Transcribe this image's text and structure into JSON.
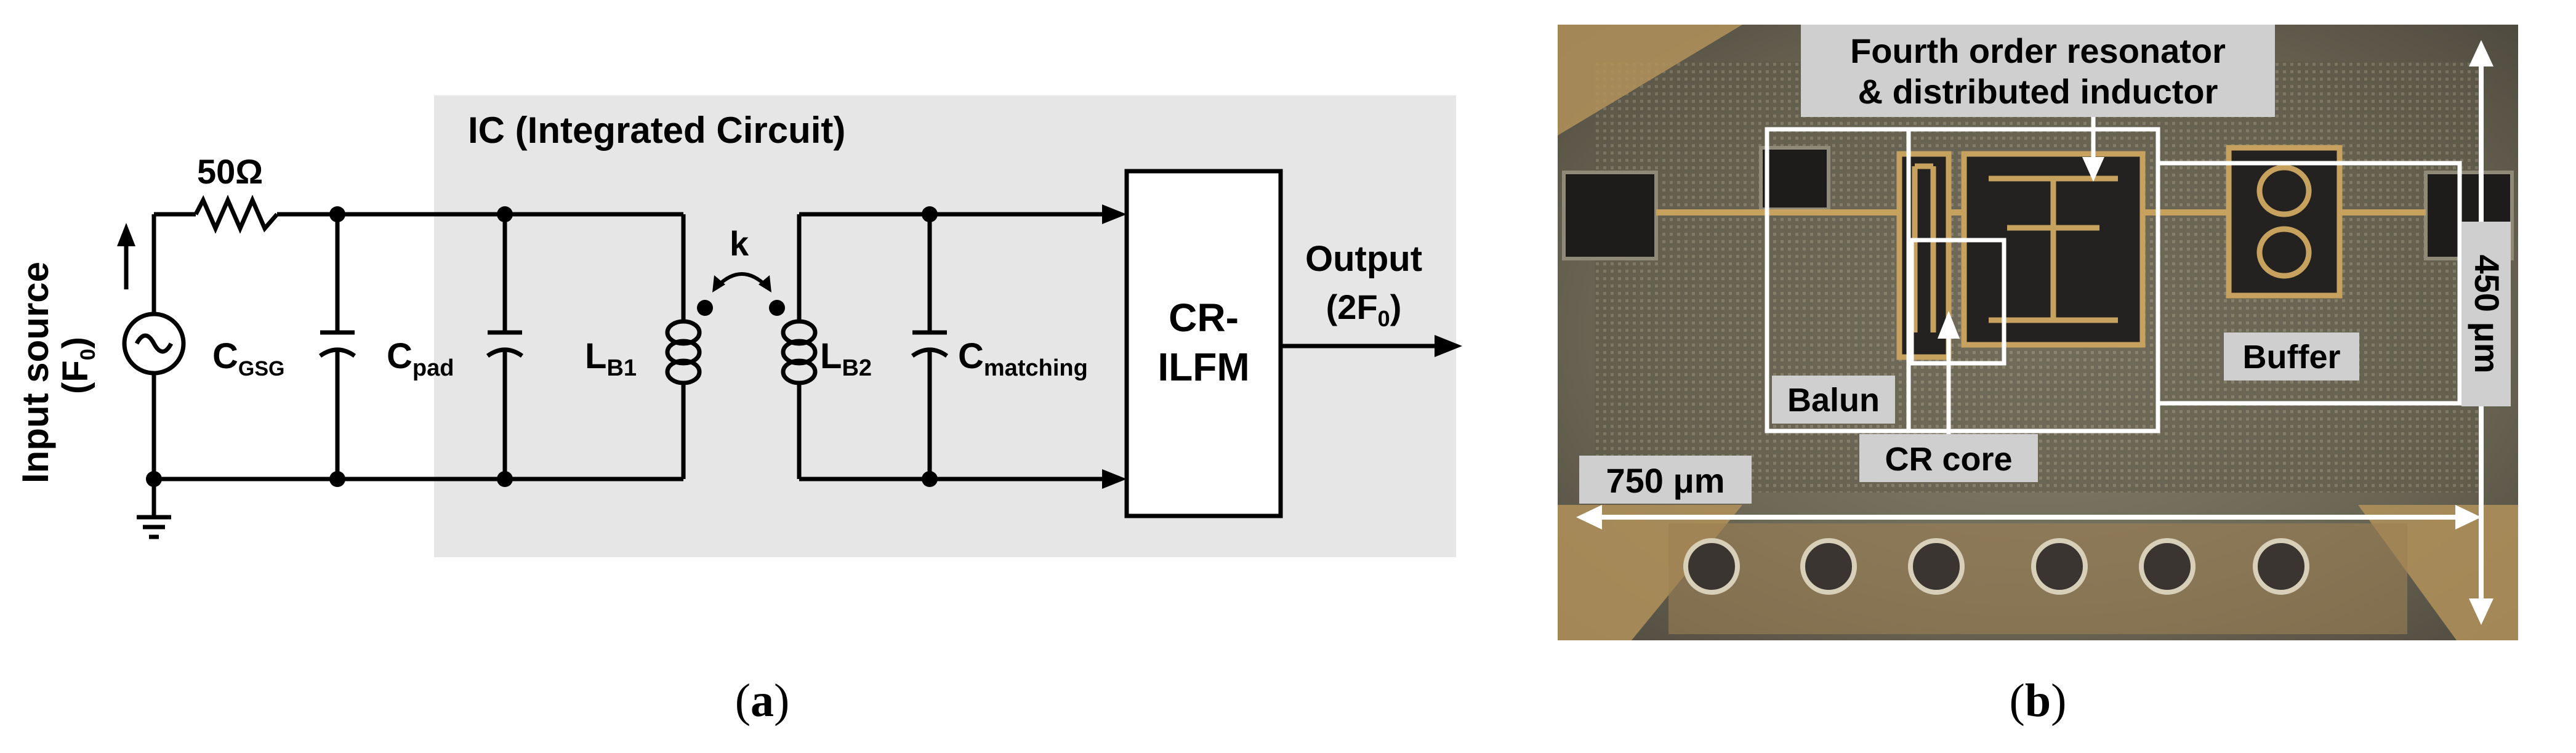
{
  "panel_a": {
    "ic_label": "IC (Integrated Circuit)",
    "input_source_label": "Input source",
    "input_source_sub": "(F",
    "input_source_sub_index": "0",
    "input_source_sub_close": ")",
    "resistor_label": "50Ω",
    "c_gsg": {
      "main": "C",
      "sub": "GSG"
    },
    "c_pad": {
      "main": "C",
      "sub": "pad"
    },
    "l_b1": {
      "main": "L",
      "sub": "B1"
    },
    "l_b2": {
      "main": "L",
      "sub": "B2"
    },
    "c_matching": {
      "main": "C",
      "sub": "matching"
    },
    "coupling_label": "k",
    "block_line1": "CR-",
    "block_line2": "ILFM",
    "output_label": "Output",
    "output_sub_open": "(2F",
    "output_sub_index": "0",
    "output_sub_close": ")",
    "caption": "a"
  },
  "panel_b": {
    "title_line1": "Fourth order resonator",
    "title_line2": "& distributed inductor",
    "balun_label": "Balun",
    "buffer_label": "Buffer",
    "cr_core_label": "CR core",
    "width_label": "750 μm",
    "height_label": "450 μm",
    "caption": "b"
  }
}
